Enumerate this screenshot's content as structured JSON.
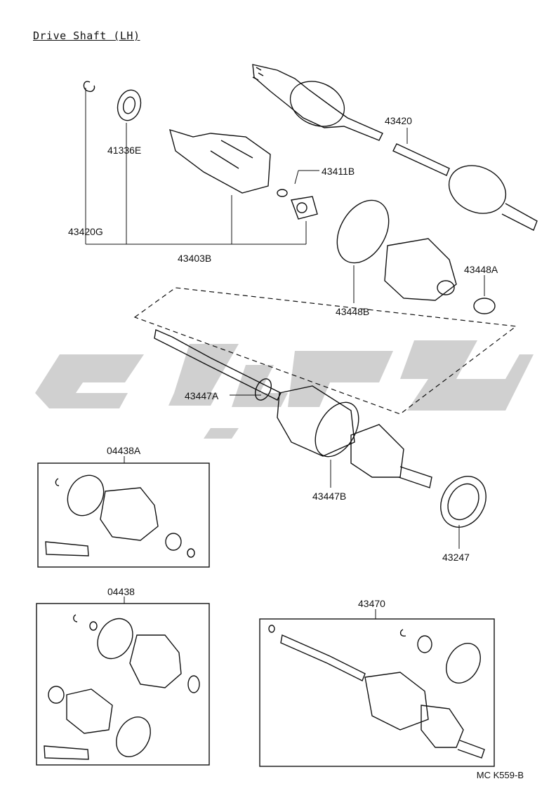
{
  "title": "Drive Shaft (LH)",
  "diagram_code": "MC K559-B",
  "watermark_color": "#c8c8c8",
  "part_labels": {
    "p41336E": "41336E",
    "p43420G": "43420G",
    "p43403B": "43403B",
    "p43411B": "43411B",
    "p43420": "43420",
    "p43448B": "43448B",
    "p43448A": "43448A",
    "p43447A": "43447A",
    "p43447B": "43447B",
    "p43247": "43247",
    "p04438A": "04438A",
    "p04438": "04438",
    "p43470": "43470"
  }
}
